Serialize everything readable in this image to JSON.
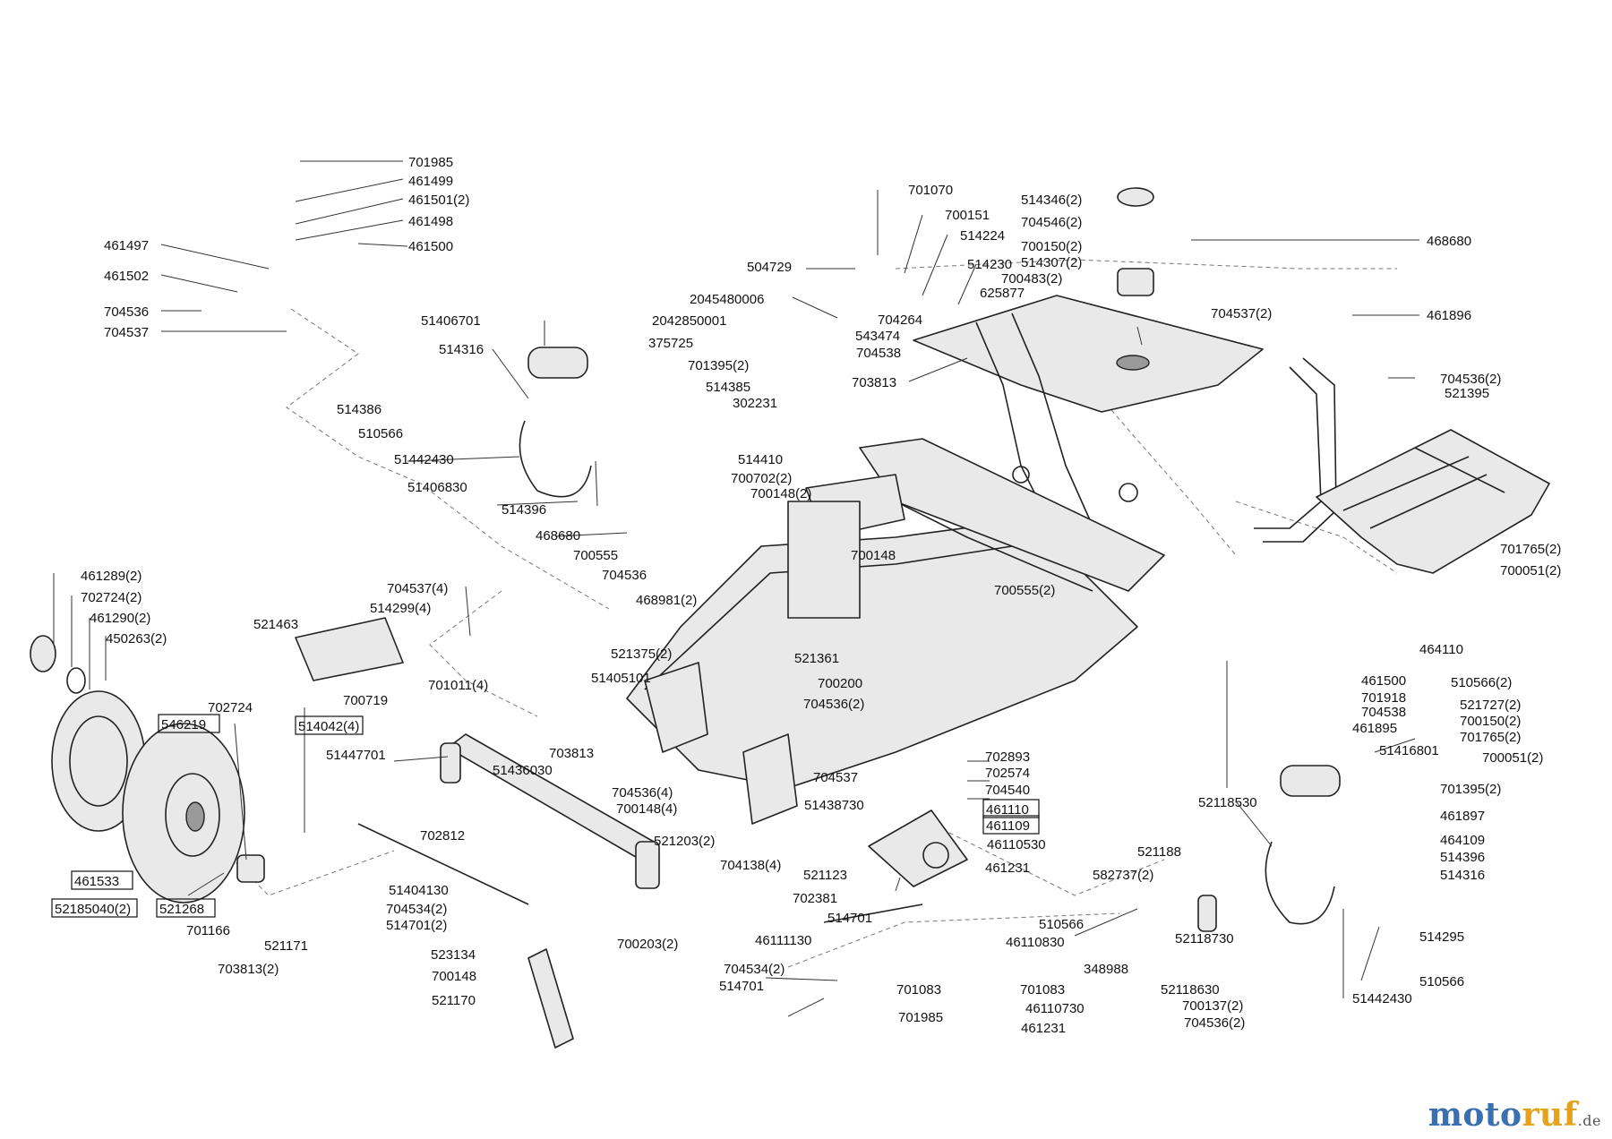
{
  "diagram": {
    "parts": [
      {
        "number": "701985"
      },
      {
        "number": "461499"
      },
      {
        "number": "461501(2)"
      },
      {
        "number": "461498"
      },
      {
        "number": "461497"
      },
      {
        "number": "461500"
      },
      {
        "number": "461502"
      },
      {
        "number": "704536"
      },
      {
        "number": "704537"
      },
      {
        "number": "701070"
      },
      {
        "number": "700151"
      },
      {
        "number": "514224"
      },
      {
        "number": "504729"
      },
      {
        "number": "514230"
      },
      {
        "number": "2045480006"
      },
      {
        "number": "704264"
      },
      {
        "number": "625877"
      },
      {
        "number": "2042850001"
      },
      {
        "number": "543474"
      },
      {
        "number": "375725"
      },
      {
        "number": "704538"
      },
      {
        "number": "514346(2)"
      },
      {
        "number": "704546(2)"
      },
      {
        "number": "700150(2)"
      },
      {
        "number": "514307(2)"
      },
      {
        "number": "700483(2)"
      },
      {
        "number": "468680"
      },
      {
        "number": "704537(2)"
      },
      {
        "number": "461896"
      },
      {
        "number": "704536(2)"
      },
      {
        "number": "521395"
      },
      {
        "number": "703813"
      },
      {
        "number": "51406701"
      },
      {
        "number": "514316"
      },
      {
        "number": "701395(2)"
      },
      {
        "number": "514385"
      },
      {
        "number": "514386"
      },
      {
        "number": "302231"
      },
      {
        "number": "510566"
      },
      {
        "number": "51442430"
      },
      {
        "number": "514410"
      },
      {
        "number": "700702(2)"
      },
      {
        "number": "51406830"
      },
      {
        "number": "700148(2)"
      },
      {
        "number": "514396"
      },
      {
        "number": "468680"
      },
      {
        "number": "700555"
      },
      {
        "number": "704536"
      },
      {
        "number": "700148"
      },
      {
        "number": "468981(2)"
      },
      {
        "number": "700555(2)"
      },
      {
        "number": "701765(2)"
      },
      {
        "number": "700051(2)"
      },
      {
        "number": "461289(2)"
      },
      {
        "number": "702724(2)"
      },
      {
        "number": "461290(2)"
      },
      {
        "number": "450263(2)"
      },
      {
        "number": "704537(4)"
      },
      {
        "number": "514299(4)"
      },
      {
        "number": "521463"
      },
      {
        "number": "701011(4)"
      },
      {
        "number": "521375(2)"
      },
      {
        "number": "521361"
      },
      {
        "number": "51405101"
      },
      {
        "number": "700200"
      },
      {
        "number": "704536(2)"
      },
      {
        "number": "700719"
      },
      {
        "number": "464110"
      },
      {
        "number": "461500"
      },
      {
        "number": "510566(2)"
      },
      {
        "number": "701918"
      },
      {
        "number": "521727(2)"
      },
      {
        "number": "704538"
      },
      {
        "number": "700150(2)"
      },
      {
        "number": "461895"
      },
      {
        "number": "701765(2)"
      },
      {
        "number": "702724"
      },
      {
        "number": "546219"
      },
      {
        "number": "514042(4)"
      },
      {
        "number": "51447701"
      },
      {
        "number": "703813"
      },
      {
        "number": "51436030"
      },
      {
        "number": "702893"
      },
      {
        "number": "702574"
      },
      {
        "number": "51416801"
      },
      {
        "number": "700051(2)"
      },
      {
        "number": "704537"
      },
      {
        "number": "704540"
      },
      {
        "number": "704536(4)"
      },
      {
        "number": "51438730"
      },
      {
        "number": "461110"
      },
      {
        "number": "700148(4)"
      },
      {
        "number": "461109"
      },
      {
        "number": "701395(2)"
      },
      {
        "number": "52118530"
      },
      {
        "number": "461897"
      },
      {
        "number": "702812"
      },
      {
        "number": "521203(2)"
      },
      {
        "number": "46110530"
      },
      {
        "number": "464109"
      },
      {
        "number": "514396"
      },
      {
        "number": "704138(4)"
      },
      {
        "number": "521188"
      },
      {
        "number": "461231"
      },
      {
        "number": "521123"
      },
      {
        "number": "514316"
      },
      {
        "number": "461533"
      },
      {
        "number": "582737(2)"
      },
      {
        "number": "51404130"
      },
      {
        "number": "702381"
      },
      {
        "number": "52185040(2)"
      },
      {
        "number": "521268"
      },
      {
        "number": "514701"
      },
      {
        "number": "704534(2)"
      },
      {
        "number": "701166"
      },
      {
        "number": "514701(2)"
      },
      {
        "number": "510566"
      },
      {
        "number": "514295"
      },
      {
        "number": "521171"
      },
      {
        "number": "46111130"
      },
      {
        "number": "46110830"
      },
      {
        "number": "52118730"
      },
      {
        "number": "523134"
      },
      {
        "number": "700203(2)"
      },
      {
        "number": "703813(2)"
      },
      {
        "number": "704534(2)"
      },
      {
        "number": "348988"
      },
      {
        "number": "52118630"
      },
      {
        "number": "700148"
      },
      {
        "number": "514701"
      },
      {
        "number": "701083"
      },
      {
        "number": "510566"
      },
      {
        "number": "521170"
      },
      {
        "number": "701083"
      },
      {
        "number": "46110730"
      },
      {
        "number": "700137(2)"
      },
      {
        "number": "51442430"
      },
      {
        "number": "701985"
      },
      {
        "number": "461231"
      },
      {
        "number": "704536(2)"
      }
    ]
  },
  "watermark": {
    "brand_part1": "moto",
    "brand_part2": "ruf",
    "suffix": ".de"
  }
}
